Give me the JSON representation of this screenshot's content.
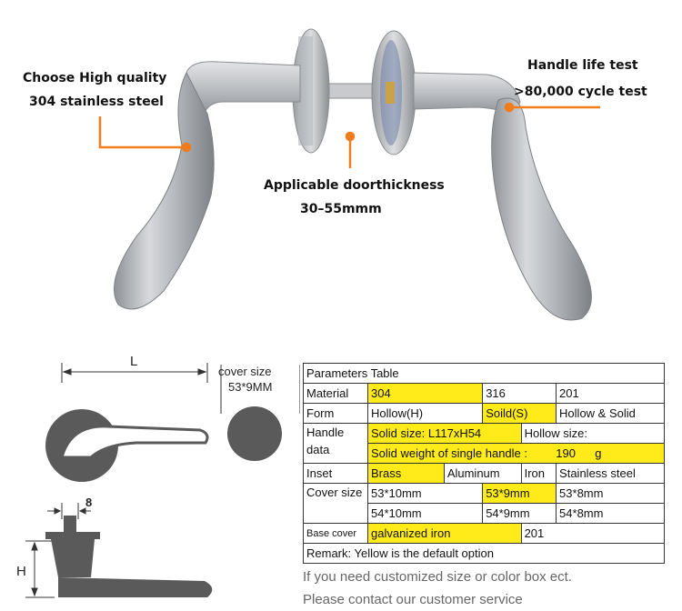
{
  "callouts": {
    "material_line1": "Choose High quality",
    "material_line2": "304 stainless steel",
    "life_line1": "Handle life test",
    "life_line2": ">80,000 cycle test",
    "door_line1": "Applicable doorthickness",
    "door_line2": "30–55mmm"
  },
  "drawing": {
    "length_label": "L",
    "cover_size_label": "cover size",
    "cover_size_value": "53*9MM",
    "width_label": "8",
    "height_label": "H"
  },
  "table": {
    "title": "Parameters Table",
    "material": {
      "label": "Material",
      "opt1": "304",
      "opt2": "316",
      "opt3": "201"
    },
    "form": {
      "label": "Form",
      "opt1": "Hollow(H)",
      "opt2": "Soild(S)",
      "opt3": "Hollow & Solid"
    },
    "handle": {
      "label1": "Handle",
      "label2": "data",
      "solid_size": "Solid size: L117xH54",
      "hollow_size": "Hollow size:",
      "weight_label": "Solid weight of single handle :",
      "weight_value": "190",
      "weight_unit": "g"
    },
    "inset": {
      "label": "Inset",
      "opt1": "Brass",
      "opt2": "Aluminum",
      "opt3": "Iron",
      "opt4": "Stainless steel"
    },
    "cover": {
      "label": "Cover size",
      "r1": [
        "53*10mm",
        "53*9mm",
        "53*8mm"
      ],
      "r2": [
        "54*10mm",
        "54*9mm",
        "54*8mm"
      ]
    },
    "base": {
      "label": "Base cover",
      "opt1": "galvanized iron",
      "opt2": "201"
    },
    "remark": "Remark: Yellow is the default option"
  },
  "notes": {
    "line1": "If you need customized size or color box ect.",
    "line2": "Please contact our customer service"
  },
  "colors": {
    "highlight": "#ffeb1a",
    "callout_line": "#f07d1a",
    "drawing": "#5a5a5a"
  }
}
